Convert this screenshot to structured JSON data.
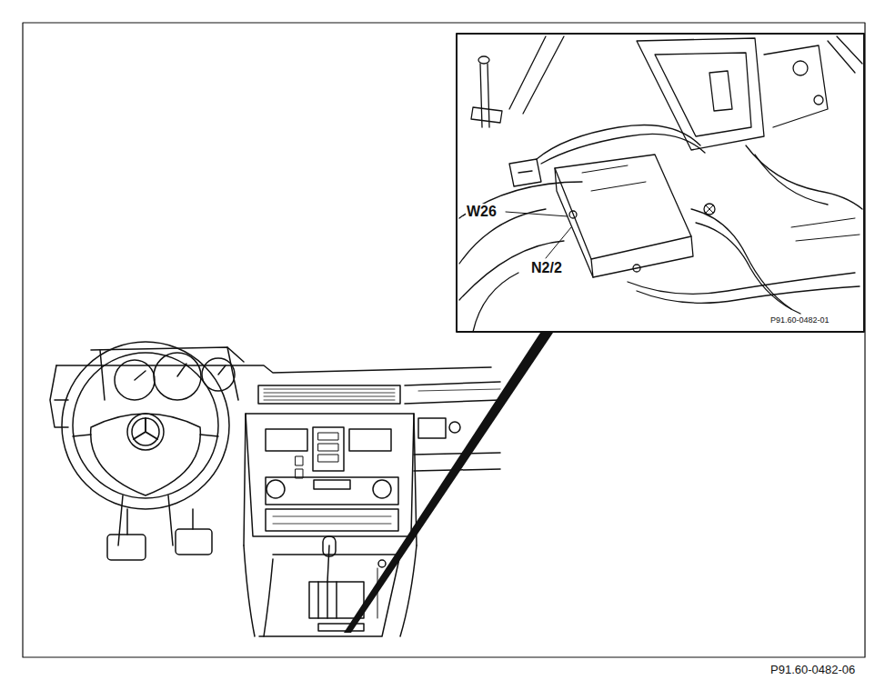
{
  "diagram": {
    "labels": [
      "W26",
      "N2/2",
      "P91.60-0482-01",
      "P91.60-0482-06"
    ]
  }
}
